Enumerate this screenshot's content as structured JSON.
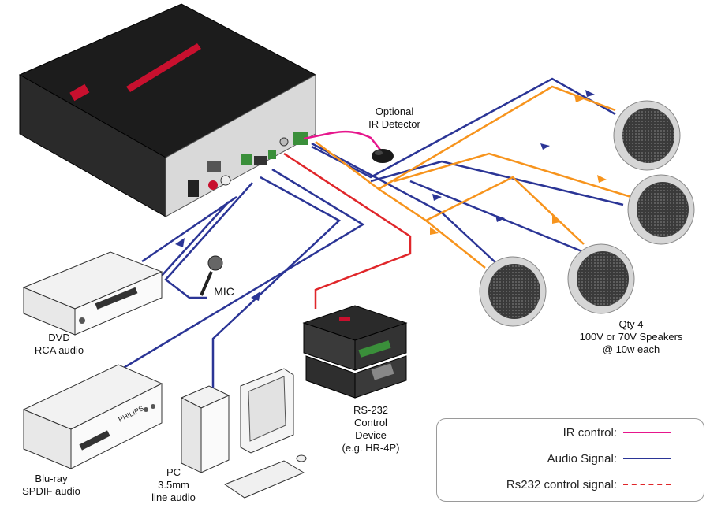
{
  "labels": {
    "ir_detector": [
      "Optional",
      "IR Detector"
    ],
    "mic": "MIC",
    "dvd": [
      "DVD",
      "RCA audio"
    ],
    "bluray": [
      "Blu-ray",
      "SPDIF audio"
    ],
    "pc": [
      "PC",
      "3.5mm",
      "line audio"
    ],
    "rs232_device": [
      "RS-232",
      "Control",
      "Device",
      "(e.g. HR-4P)"
    ],
    "speakers": [
      "Qty 4",
      "100V or 70V Speakers",
      "@ 10w each"
    ],
    "bluray_brand": "PHILIPS"
  },
  "legend": {
    "ir_control": "IR control:",
    "audio_signal": "Audio Signal:",
    "rs232_signal": "Rs232 control signal:"
  },
  "colors": {
    "ir": "#e6168c",
    "audio": "#2b3596",
    "rs232": "#e0262a",
    "speaker_feed": "#f7941d",
    "brand_red": "#c8102e"
  }
}
